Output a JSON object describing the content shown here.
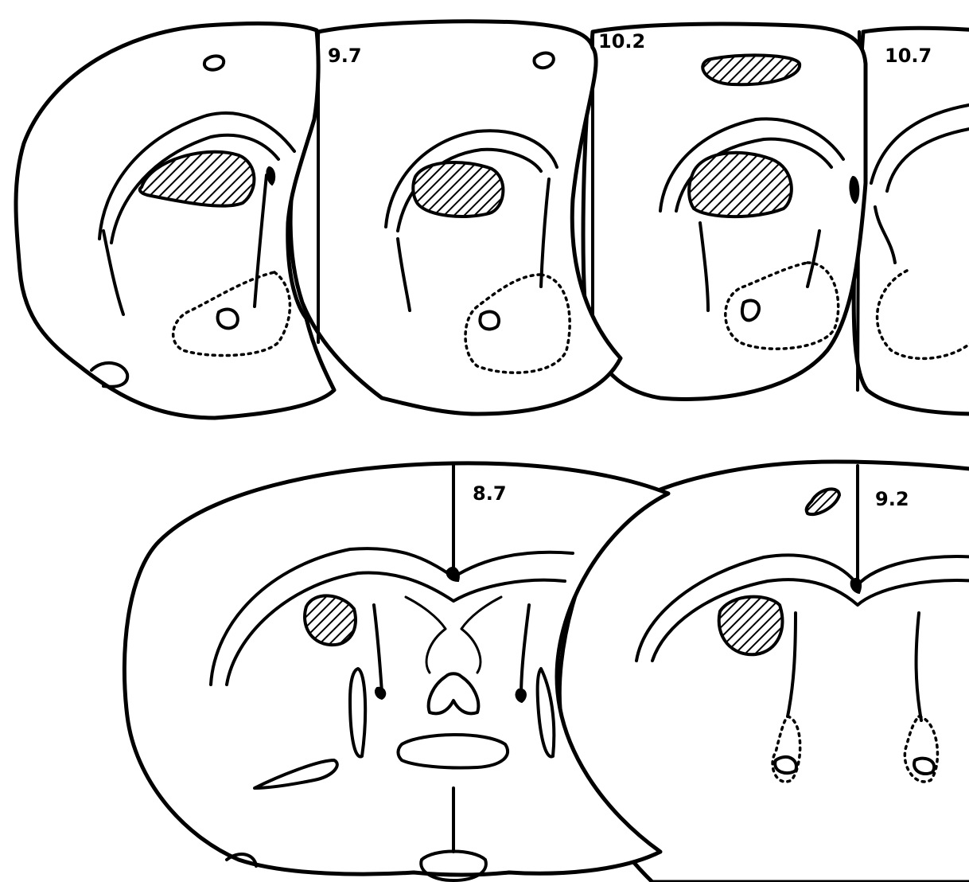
{
  "figure": {
    "colors": {
      "line": "#000000",
      "background": "#ffffff"
    },
    "sections": [
      {
        "id": "s1",
        "row": "top",
        "label": ""
      },
      {
        "id": "s2",
        "row": "top",
        "label": "9.7"
      },
      {
        "id": "s3",
        "row": "top",
        "label": "10.2"
      },
      {
        "id": "s4",
        "row": "top",
        "label": "10.7"
      },
      {
        "id": "s5",
        "row": "bottom",
        "label": "8.7"
      },
      {
        "id": "s6",
        "row": "bottom",
        "label": "9.2"
      }
    ]
  }
}
